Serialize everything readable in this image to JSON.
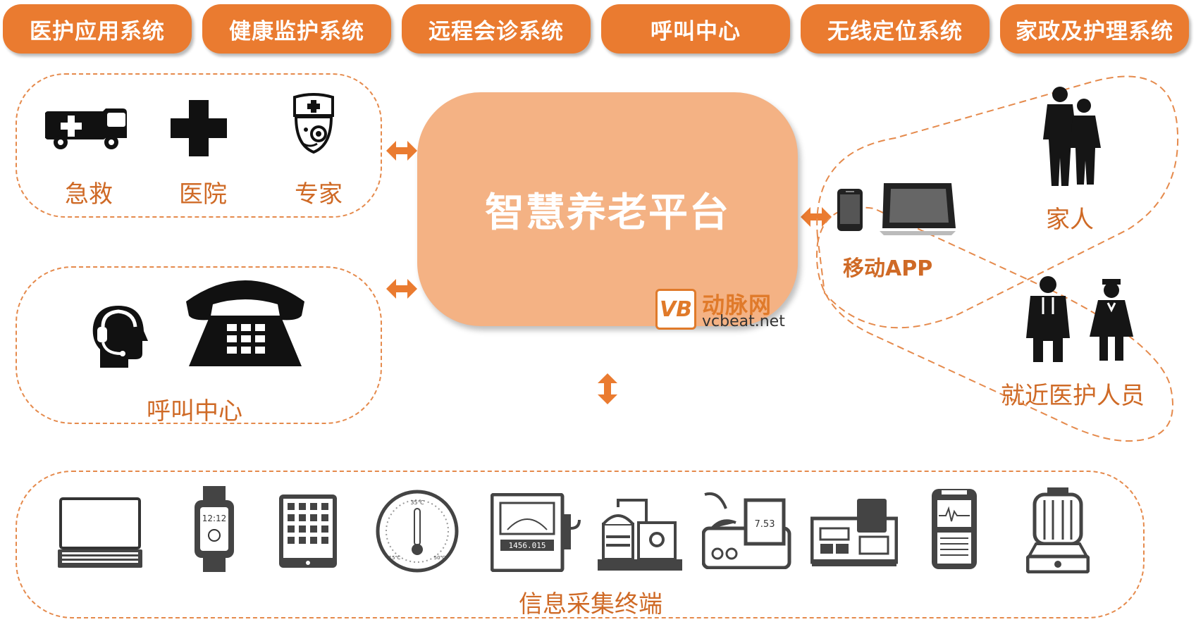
{
  "top_tabs": [
    {
      "label": "医护应用系统"
    },
    {
      "label": "健康监护系统"
    },
    {
      "label": "远程会诊系统"
    },
    {
      "label": "呼叫中心"
    },
    {
      "label": "无线定位系统"
    },
    {
      "label": "家政及护理系统"
    }
  ],
  "platform": {
    "title": "智慧养老平台"
  },
  "medical_group": {
    "items": [
      {
        "label": "急救",
        "icon": "ambulance-icon"
      },
      {
        "label": "医院",
        "icon": "medical-cross-icon"
      },
      {
        "label": "专家",
        "icon": "doctor-icon"
      }
    ]
  },
  "call_group": {
    "label": "呼叫中心",
    "icons": [
      "headset-agent-icon",
      "telephone-icon"
    ]
  },
  "mobile": {
    "label": "移动APP",
    "icons": [
      "smartphone-icon",
      "tablet-icon"
    ]
  },
  "family": {
    "label": "家人",
    "icon": "family-silhouette-icon"
  },
  "nearby_staff": {
    "label": "就近医护人员",
    "icons": [
      "doctor-silhouette-icon",
      "nurse-silhouette-icon"
    ]
  },
  "terminals": {
    "label": "信息采集终端",
    "watch_time": "12:12",
    "meter_reading": "1456.015",
    "monitor_reading": "7.53",
    "thermo_top": "35℃",
    "thermo_left": "15℃",
    "thermo_right": "50℃",
    "devices": [
      "laptop-icon",
      "smartwatch-icon",
      "tablet-grid-icon",
      "thermometer-dial-icon",
      "electric-meter-icon",
      "lab-apparatus-icon",
      "monitor-device-icon",
      "analyzer-icon",
      "portable-monitor-icon",
      "lamp-device-icon"
    ]
  },
  "watermark": {
    "cn": "动脉网",
    "url": "vcbeat.net",
    "mark": "VB"
  },
  "colors": {
    "accent": "#ea7b30",
    "platform": "#f4b284",
    "label": "#cf6a26",
    "icon": "#111111"
  }
}
